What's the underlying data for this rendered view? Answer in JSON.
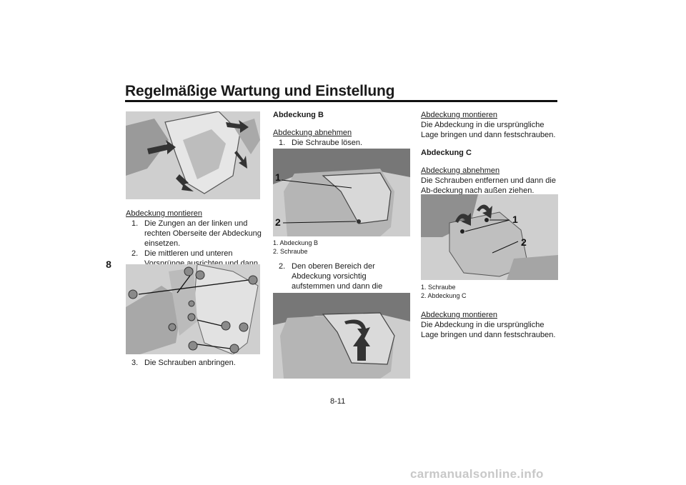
{
  "header": {
    "title": "Regelmäßige Wartung und Einstellung"
  },
  "chapter_tab": "8",
  "page_number": "8-11",
  "watermark": "carmanualsonline.info",
  "col1": {
    "section": "Abdeckung montieren",
    "steps": [
      {
        "num": "1.",
        "text": "Die Zungen an der linken und rechten Oberseite der Abdeckung einsetzen."
      },
      {
        "num": "2.",
        "text": "Die mittleren und unteren Vorsprünge ausrichten und dann die Abdeckung in ihre ursprüngliche Position drücken."
      },
      {
        "num": "3.",
        "text": "Die Schrauben anbringen."
      }
    ]
  },
  "col2": {
    "heading": "Abdeckung B",
    "section": "Abdeckung abnehmen",
    "step1": {
      "num": "1.",
      "text": "Die Schraube lösen."
    },
    "fig_labels": [
      "1",
      "2"
    ],
    "captions": [
      "1.  Abdeckung B",
      "2.  Schraube"
    ],
    "step2": {
      "num": "2.",
      "text": "Den oberen Bereich der Abdeckung vorsichtig aufstemmen und dann die Abdeckung nach oben schieben."
    }
  },
  "col3": {
    "section1": "Abdeckung montieren",
    "text1": "Die Abdeckung in die ursprüngliche Lage bringen und dann festschrauben.",
    "heading": "Abdeckung C",
    "section2": "Abdeckung abnehmen",
    "text2": "Die Schrauben entfernen und dann die Ab-deckung nach außen ziehen.",
    "fig_labels": [
      "1",
      "2"
    ],
    "captions": [
      "1.  Schraube",
      "2.  Abdeckung C"
    ],
    "section3": "Abdeckung montieren",
    "text3": "Die Abdeckung in die ursprüngliche Lage bringen und dann festschrauben."
  }
}
